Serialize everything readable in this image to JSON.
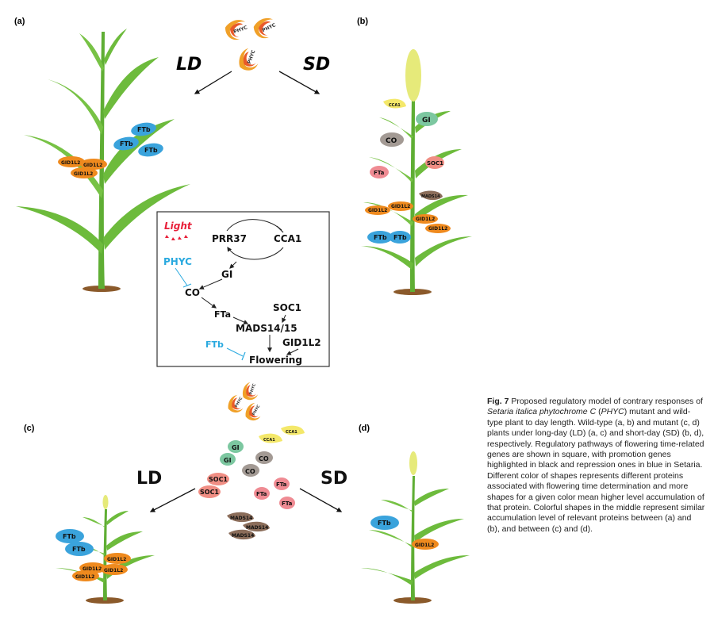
{
  "panels": {
    "a": "(a)",
    "b": "(b)",
    "c": "(c)",
    "d": "(d)"
  },
  "day": {
    "ld": "LD",
    "sd": "SD"
  },
  "proteins": {
    "phyc": "PHYC",
    "ftb": "FTb",
    "gid1l2": "GID1L2",
    "cca1": "CCA1",
    "gi": "GI",
    "co": "CO",
    "soc1": "SOC1",
    "fta": "FTa",
    "mads14": "MADS14"
  },
  "pathway": {
    "light": "Light",
    "prr37": "PRR37",
    "cca1": "CCA1",
    "phyc": "PHYC",
    "gi": "GI",
    "co": "CO",
    "fta": "FTa",
    "soc1": "SOC1",
    "mads": "MADS14/15",
    "ftb": "FTb",
    "gid1l2": "GID1L2",
    "flowering": "Flowering"
  },
  "colors": {
    "leaf": "#6dbb3c",
    "leaf_dark": "#4e9a2a",
    "soil": "#8b5a2b",
    "ftb": "#3aa3dc",
    "gid1l2": "#ef8a1e",
    "cca1": "#f4e86a",
    "gi": "#7cc7a0",
    "co": "#a39a94",
    "soc1": "#f08e84",
    "fta": "#ef8b93",
    "mads14": "#8b6d5a",
    "phyc_outer": "#f0a028",
    "phyc_inner": "#e85a2a",
    "light": "#e8203a",
    "repress": "#29a9df"
  },
  "caption": {
    "label": "Fig. 7",
    "s1": " Proposed regulatory model of contrary responses of ",
    "species": "Setaria italica phytochrome C",
    "s2": " (",
    "gene": "PHYC",
    "s3": ") mutant and wild-type plant to day length. Wild-type (a, b) and mutant (c, d) plants under long-day (LD) (a, c) and short-day (SD) (b, d), respectively. Regulatory pathways of flowering time-related genes are shown in square, with promotion genes highlighted in black and repression ones in blue in Setaria. Different color of shapes represents different proteins associated with flowering time determination and more shapes for a given color mean higher level accumulation of that protein. Colorful shapes in the middle represent similar accumulation level of relevant proteins between (a) and (b), and between (c) and (d)."
  }
}
